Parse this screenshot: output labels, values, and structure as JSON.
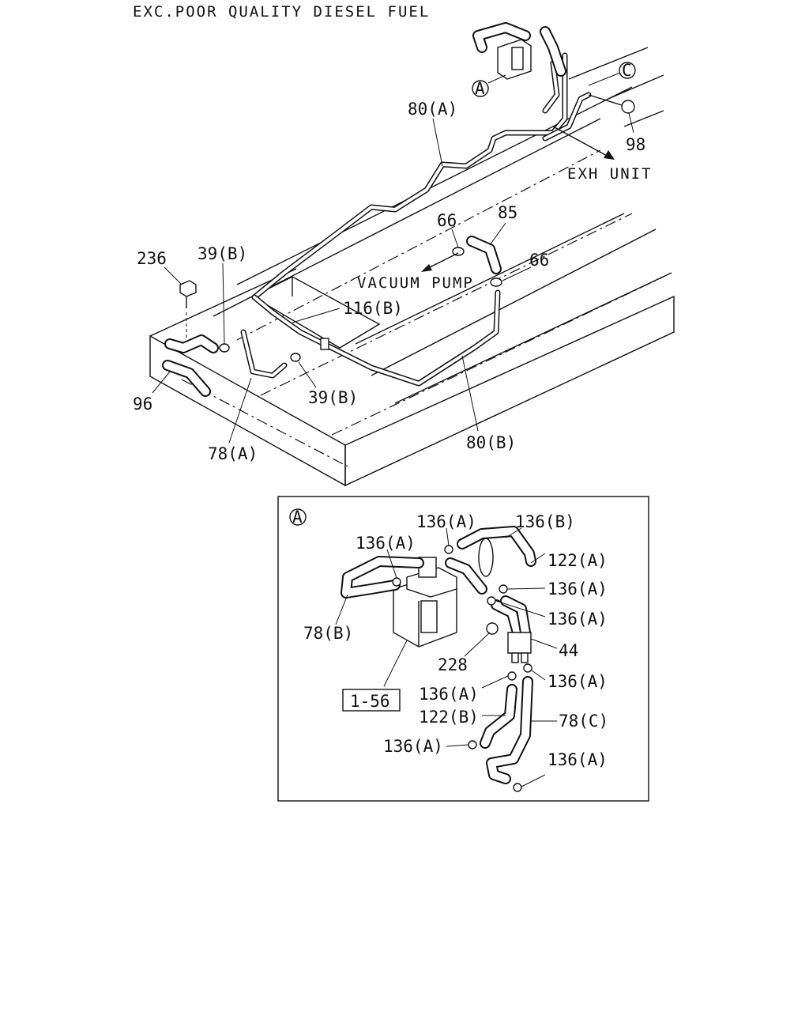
{
  "header": {
    "title": "EXC.POOR QUALITY DIESEL FUEL"
  },
  "callouts": {
    "A_top": "A",
    "C_top": "C",
    "A_detail": "A"
  },
  "annotations": {
    "exh_unit": "EXH UNIT",
    "vacuum_pump": "VACUUM PUMP"
  },
  "main_labels": {
    "p80a": "80(A)",
    "p98": "98",
    "p85": "85",
    "p66a": "66",
    "p66b": "66",
    "p236": "236",
    "p39b_top": "39(B)",
    "p116b": "116(B)",
    "p96": "96",
    "p39b_bot": "39(B)",
    "p78a": "78(A)",
    "p80b": "80(B)"
  },
  "detail_labels": {
    "d136a_1": "136(A)",
    "d136b": "136(B)",
    "d136a_2": "136(A)",
    "d122a": "122(A)",
    "d136a_3": "136(A)",
    "d136a_4": "136(A)",
    "d78b": "78(B)",
    "d44": "44",
    "d228": "228",
    "d136a_5": "136(A)",
    "d136a_6": "136(A)",
    "d122b": "122(B)",
    "d78c": "78(C)",
    "d136a_7": "136(A)",
    "d136a_8": "136(A)",
    "ref_box": "1-56"
  }
}
